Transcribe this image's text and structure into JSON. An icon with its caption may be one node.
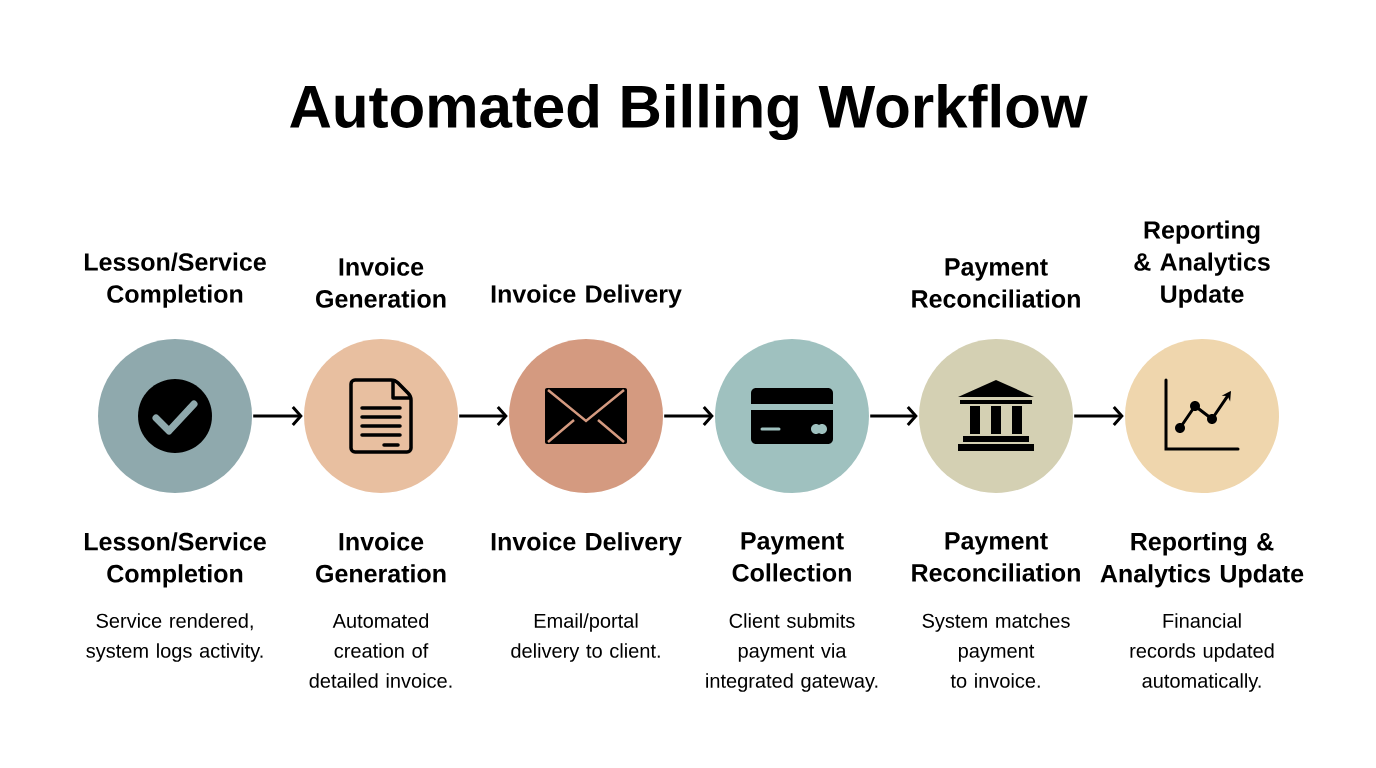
{
  "diagram": {
    "title": "Automated Billing Workflow",
    "nodes": [
      {
        "text": [
          "Lesson/Service Completion",
          "Lesson/Service Completion",
          "Service rendered, system logs activity."
        ]
      },
      {
        "text": [
          "Invoice Generation",
          "Invoice Generation",
          "Automated creation of detailed invoice."
        ]
      },
      {
        "text": [
          "Invoice Delivery",
          "Invoice Delivery",
          "Email/portal delivery to client."
        ]
      },
      {
        "text": [
          "Payment Collection",
          "Client submits payment via integrated gateway."
        ]
      },
      {
        "text": [
          "Payment Reconciliation",
          "Payment Reconciliation",
          "System matches payment to invoice."
        ]
      },
      {
        "text": [
          "Reporting & Analytics Update",
          "Reporting & Analytics Update",
          "Financial records updated automatically."
        ]
      }
    ],
    "edges": [
      {
        "from": 0,
        "to": 1,
        "arrow": "to"
      },
      {
        "from": 1,
        "to": 2,
        "arrow": "to"
      },
      {
        "from": 2,
        "to": 3,
        "arrow": "to"
      },
      {
        "from": 3,
        "to": 4,
        "arrow": "to"
      },
      {
        "from": 4,
        "to": 5,
        "arrow": "to"
      }
    ]
  }
}
